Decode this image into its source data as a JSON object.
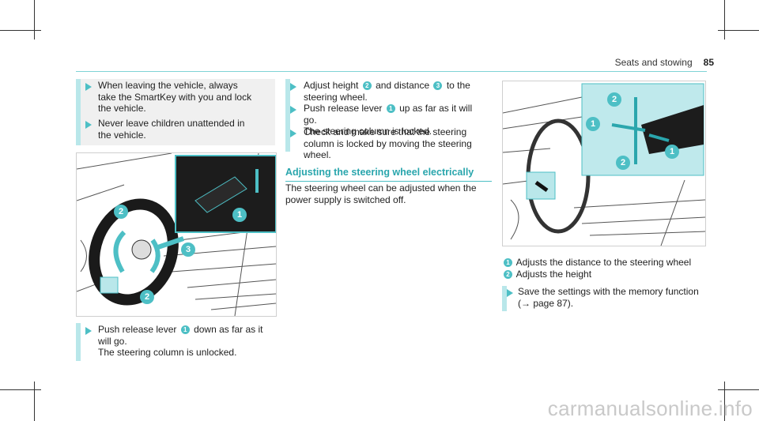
{
  "header": {
    "section": "Seats and stowing",
    "page": "85"
  },
  "left_col": {
    "notes": [
      "When leaving the vehicle, always take the SmartKey with you and lock the vehicle.",
      "Never leave children unattended in the vehicle."
    ],
    "figure_callouts": [
      "2",
      "1",
      "3",
      "2"
    ],
    "step": {
      "pre": "Push release lever",
      "num": "1",
      "post": "down as far as it will go.",
      "line2": "The steering column is unlocked."
    }
  },
  "mid_col": {
    "step1": {
      "a": "Adjust height",
      "n1": "2",
      "b": "and distance",
      "n2": "3",
      "c": "to the steering wheel."
    },
    "step2": {
      "a": "Push release lever",
      "n1": "1",
      "b": "up as far as it will go.",
      "line2": "The steering column is locked."
    },
    "step3": "Check and make sure that the steering column is locked by moving the steering wheel.",
    "section_title": "Adjusting the steering wheel electrically",
    "para": "The steering wheel can be adjusted when the power supply is switched off."
  },
  "right_col": {
    "figure_callouts": [
      "2",
      "1",
      "1",
      "2"
    ],
    "legend": [
      {
        "num": "1",
        "text": "Adjusts the distance to the steering wheel"
      },
      {
        "num": "2",
        "text": "Adjusts the height"
      }
    ],
    "step": {
      "text": "Save the settings with the memory function",
      "ref": "(→ page 87)."
    }
  },
  "watermark": "carmanualsonline.info",
  "colors": {
    "accent": "#4dbfc5",
    "accent_light": "#b9e7ea",
    "note_bg": "#f0f0f0"
  }
}
